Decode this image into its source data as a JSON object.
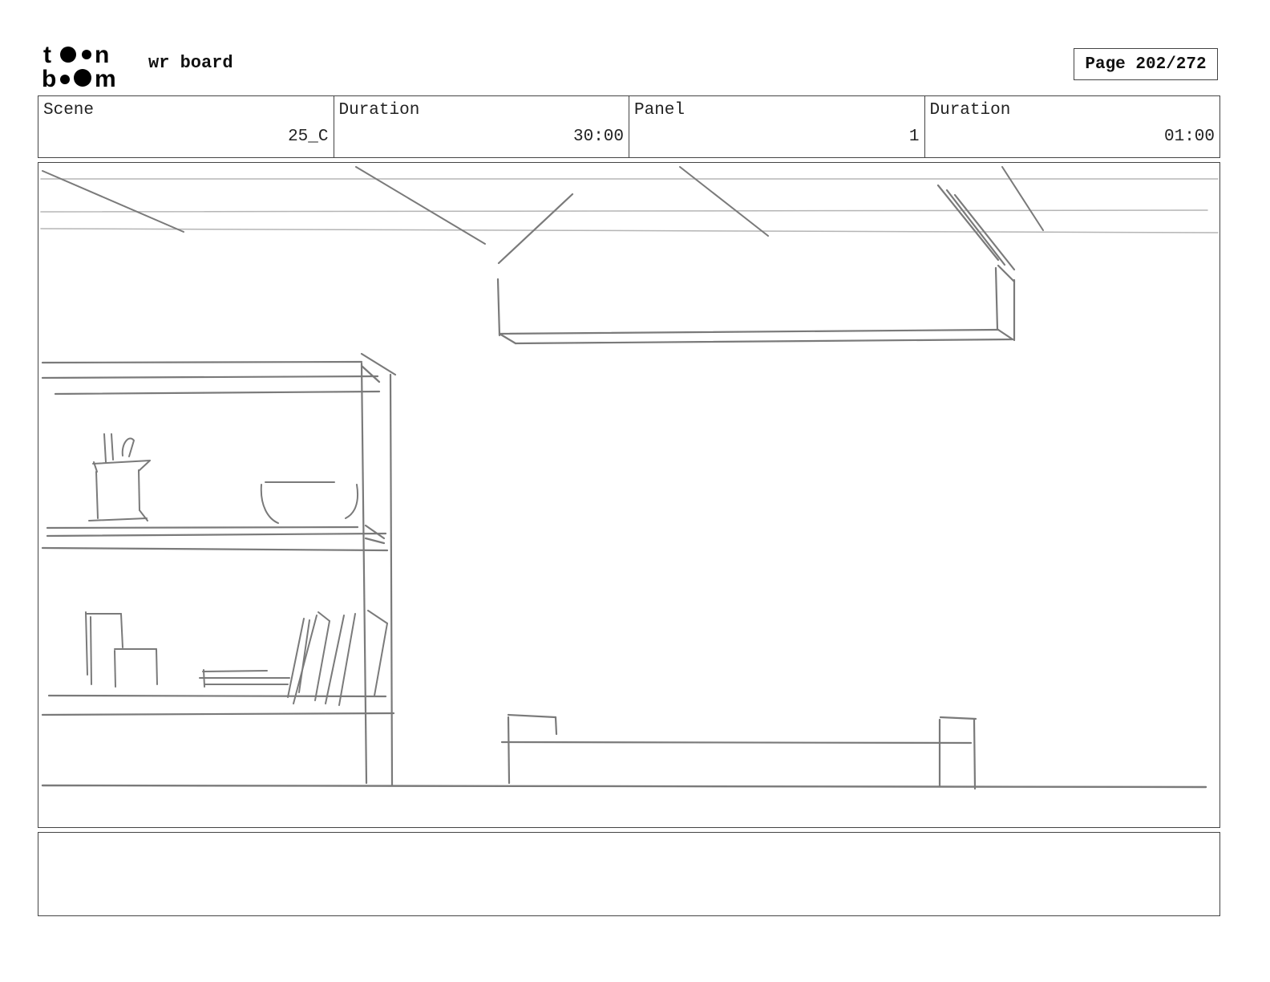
{
  "header": {
    "logo": {
      "top": "toon",
      "bottom": "boom"
    },
    "title": "wr board",
    "page_indicator": "Page 202/272"
  },
  "info": {
    "scene_label": "Scene",
    "scene_value": "25_C",
    "scene_duration_label": "Duration",
    "scene_duration_value": "30:00",
    "panel_label": "Panel",
    "panel_value": "1",
    "panel_duration_label": "Duration",
    "panel_duration_value": "01:00"
  },
  "notes": {
    "text": ""
  },
  "colors": {
    "sketch": "#7a7a7a",
    "border": "#444444"
  }
}
